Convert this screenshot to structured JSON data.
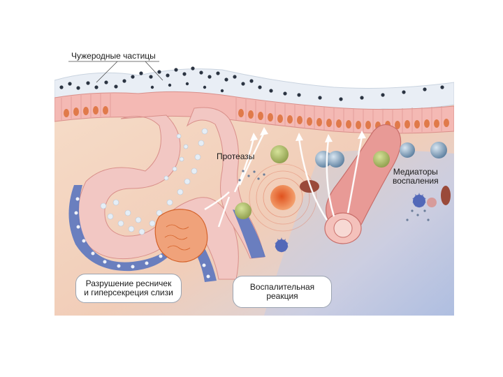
{
  "labels": {
    "foreign_particles": "Чужеродные частицы",
    "proteases": "Протеазы",
    "mediators_line1": "Медиаторы",
    "mediators_line2": "воспаления",
    "cilia_damage_line1": "Разрушение ресничек",
    "cilia_damage_line2": "и гиперсекреция слизи",
    "inflammation_line1": "Воспалительная",
    "inflammation_line2": "реакция"
  },
  "colors": {
    "tissue_background": "#f3d3bf",
    "lumen_blue": "#aabfe0",
    "mucus_layer": "#e9eef5",
    "epithelium_pink": "#f4b9b4",
    "nucleus_orange": "#e07a4a",
    "nucleus_blue": "#4a67b6",
    "particle": "#2b3442",
    "vessel": "#e89a96",
    "macrophage": "#d5532e",
    "box_border": "#9aa3b0"
  }
}
